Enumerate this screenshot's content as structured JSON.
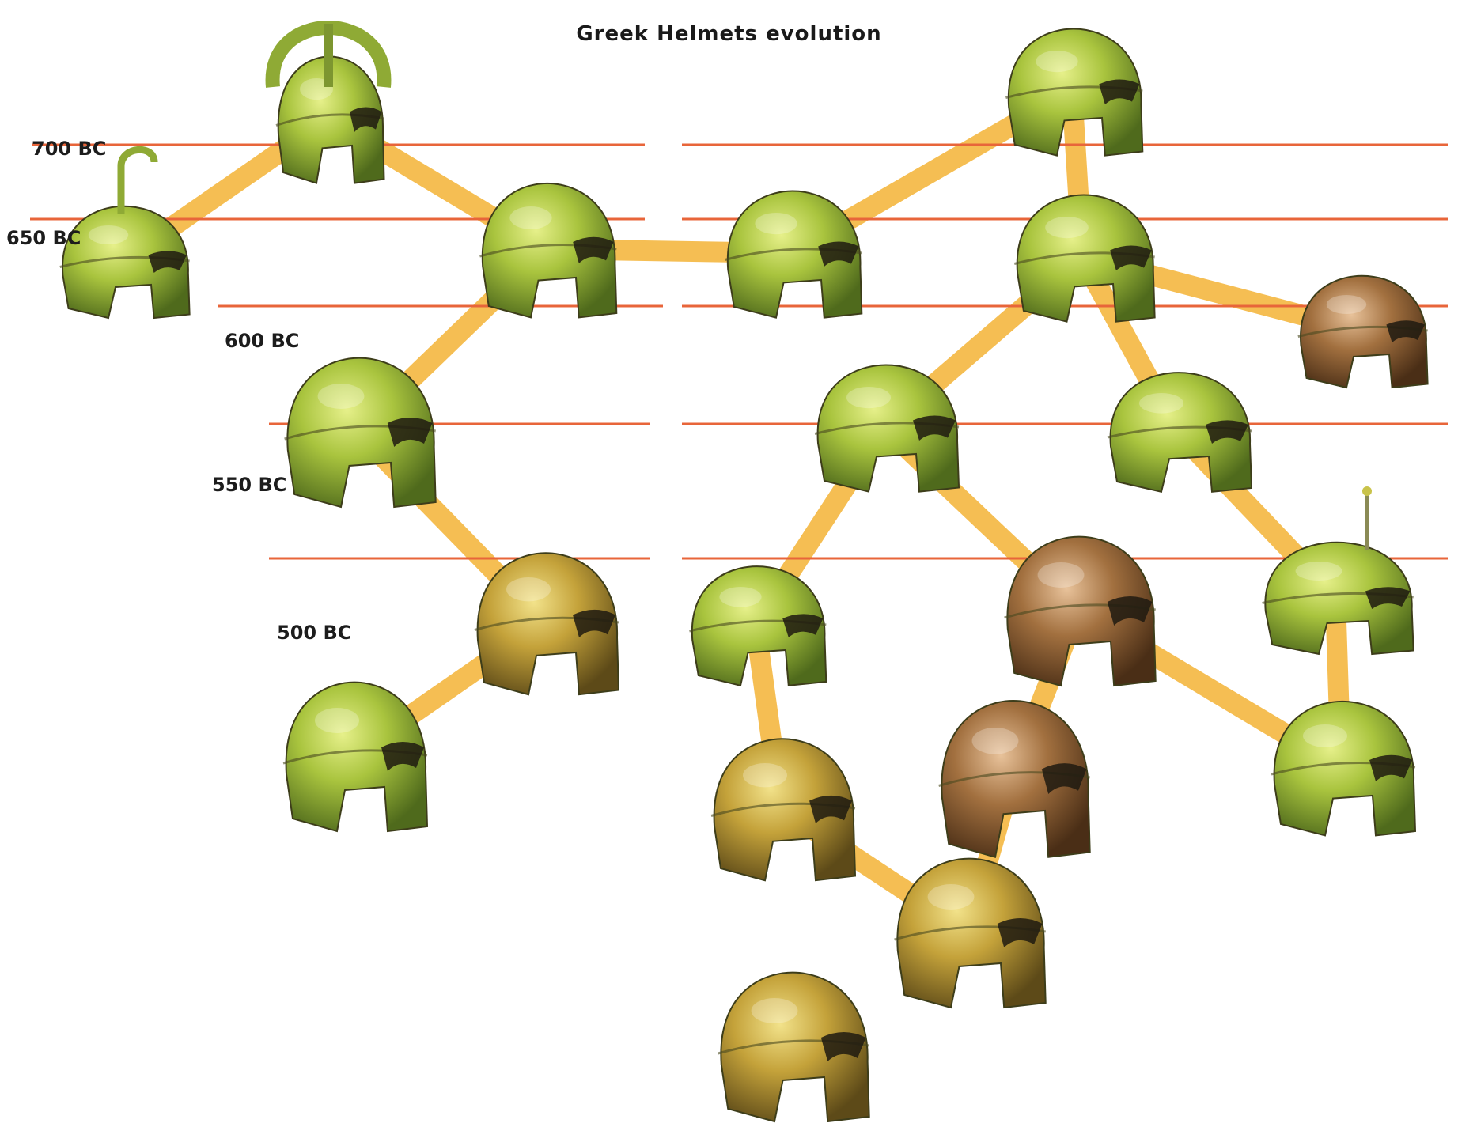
{
  "title": "Greek Helmets evolution",
  "eras": [
    {
      "label": "700 BC"
    },
    {
      "label": "650 BC"
    },
    {
      "label": "600 BC"
    },
    {
      "label": "550 BC"
    },
    {
      "label": "500 BC"
    }
  ],
  "colors": {
    "timeline": "#e8653a",
    "connector": "#f5b841",
    "bronze_green": "#9fbf3a",
    "bronze_gold": "#c9a23c",
    "bronze_brown": "#9a6a3a"
  },
  "helmets": [
    {
      "id": "kegelhelm-crested",
      "tone": "bronze_green"
    },
    {
      "id": "kegelhelm-hook",
      "tone": "bronze_green"
    },
    {
      "id": "illyrian-early",
      "tone": "bronze_green"
    },
    {
      "id": "corinthian-early",
      "tone": "bronze_green"
    },
    {
      "id": "corinthian-top",
      "tone": "bronze_green"
    },
    {
      "id": "corinthian-mid",
      "tone": "bronze_green"
    },
    {
      "id": "corinthian-brown-right",
      "tone": "bronze_brown"
    },
    {
      "id": "illyrian-mid",
      "tone": "bronze_green"
    },
    {
      "id": "corinthian-center",
      "tone": "bronze_green"
    },
    {
      "id": "corinthian-right",
      "tone": "bronze_green"
    },
    {
      "id": "illyrian-late",
      "tone": "bronze_gold"
    },
    {
      "id": "chalcidian",
      "tone": "bronze_green"
    },
    {
      "id": "corinthian-late",
      "tone": "bronze_brown"
    },
    {
      "id": "crested-right",
      "tone": "bronze_green"
    },
    {
      "id": "illyrian-final",
      "tone": "bronze_green"
    },
    {
      "id": "chalcidian-late",
      "tone": "bronze_gold"
    },
    {
      "id": "corinthian-classic",
      "tone": "bronze_brown"
    },
    {
      "id": "attic-right",
      "tone": "bronze_green"
    },
    {
      "id": "chalcidian-final",
      "tone": "bronze_gold"
    },
    {
      "id": "attic-bottom",
      "tone": "bronze_gold"
    }
  ]
}
